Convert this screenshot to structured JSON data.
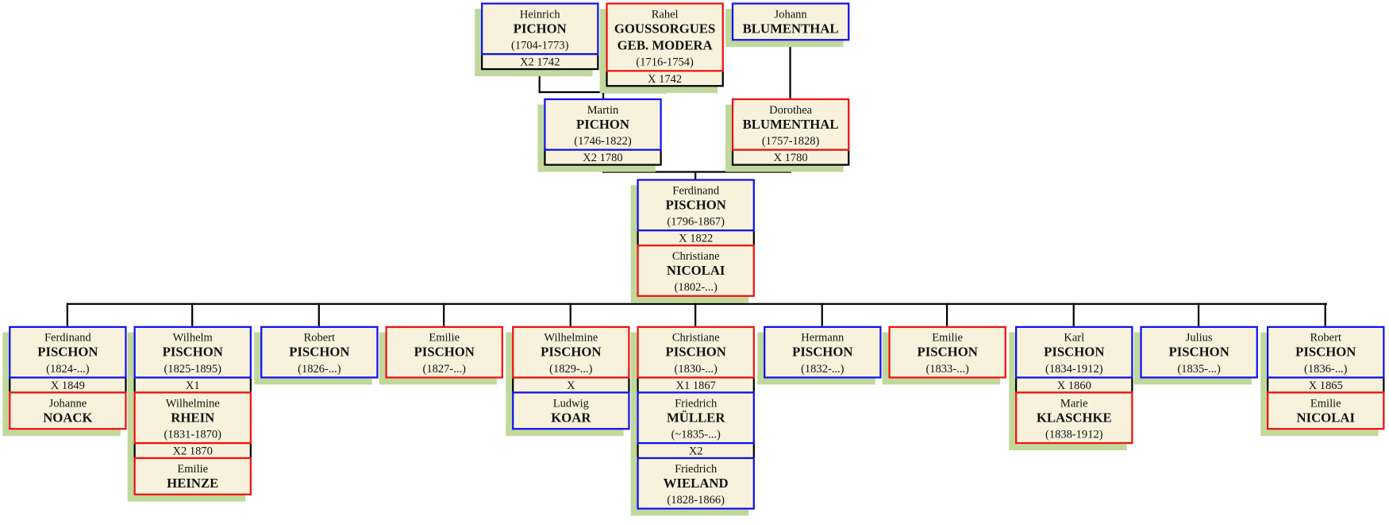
{
  "cards": [
    {
      "segments": [
        {
          "type": "person",
          "sex": "m",
          "first": "Heinrich",
          "last": [
            "PICHON"
          ],
          "dates": "(1704-1773)"
        },
        {
          "type": "marriage",
          "label": "X2 1742"
        }
      ]
    },
    {
      "segments": [
        {
          "type": "person",
          "sex": "f",
          "first": "Rahel",
          "last": [
            "GOUSSORGUES",
            "GEB. MODERA"
          ],
          "dates": "(1716-1754)"
        },
        {
          "type": "marriage",
          "label": "X 1742"
        }
      ]
    },
    {
      "segments": [
        {
          "type": "person",
          "sex": "m",
          "first": "Johann",
          "last": [
            "BLUMENTHAL"
          ]
        }
      ]
    },
    {
      "segments": [
        {
          "type": "person",
          "sex": "m",
          "first": "Martin",
          "last": [
            "PICHON"
          ],
          "dates": "(1746-1822)"
        },
        {
          "type": "marriage",
          "label": "X2 1780"
        }
      ]
    },
    {
      "segments": [
        {
          "type": "person",
          "sex": "f",
          "first": "Dorothea",
          "last": [
            "BLUMENTHAL"
          ],
          "dates": "(1757-1828)"
        },
        {
          "type": "marriage",
          "label": "X 1780"
        }
      ]
    },
    {
      "segments": [
        {
          "type": "person",
          "sex": "m",
          "first": "Ferdinand",
          "last": [
            "PISCHON"
          ],
          "dates": "(1796-1867)"
        },
        {
          "type": "marriage",
          "label": "X 1822"
        },
        {
          "type": "person",
          "sex": "f",
          "first": "Christiane",
          "last": [
            "NICOLAI"
          ],
          "dates": "(1802-...)"
        }
      ]
    },
    {
      "segments": [
        {
          "type": "person",
          "sex": "m",
          "first": "Ferdinand",
          "last": [
            "PISCHON"
          ],
          "dates": "(1824-...)"
        },
        {
          "type": "marriage",
          "label": "X 1849"
        },
        {
          "type": "person",
          "sex": "f",
          "first": "Johanne",
          "last": [
            "NOACK"
          ]
        }
      ]
    },
    {
      "segments": [
        {
          "type": "person",
          "sex": "m",
          "first": "Wilhelm",
          "last": [
            "PISCHON"
          ],
          "dates": "(1825-1895)"
        },
        {
          "type": "marriage",
          "label": "X1"
        },
        {
          "type": "person",
          "sex": "f",
          "first": "Wilhelmine",
          "last": [
            "RHEIN"
          ],
          "dates": "(1831-1870)"
        },
        {
          "type": "marriage",
          "label": "X2 1870"
        },
        {
          "type": "person",
          "sex": "f",
          "first": "Emilie",
          "last": [
            "HEINZE"
          ]
        }
      ]
    },
    {
      "segments": [
        {
          "type": "person",
          "sex": "m",
          "first": "Robert",
          "last": [
            "PISCHON"
          ],
          "dates": "(1826-...)"
        }
      ]
    },
    {
      "segments": [
        {
          "type": "person",
          "sex": "f",
          "first": "Emilie",
          "last": [
            "PISCHON"
          ],
          "dates": "(1827-...)"
        }
      ]
    },
    {
      "segments": [
        {
          "type": "person",
          "sex": "f",
          "first": "Wilhelmine",
          "last": [
            "PISCHON"
          ],
          "dates": "(1829-...)"
        },
        {
          "type": "marriage",
          "label": "X"
        },
        {
          "type": "person",
          "sex": "m",
          "first": "Ludwig",
          "last": [
            "KOAR"
          ]
        }
      ]
    },
    {
      "segments": [
        {
          "type": "person",
          "sex": "f",
          "first": "Christiane",
          "last": [
            "PISCHON"
          ],
          "dates": "(1830-...)"
        },
        {
          "type": "marriage",
          "label": "X1 1867"
        },
        {
          "type": "person",
          "sex": "m",
          "first": "Friedrich",
          "last": [
            "MÜLLER"
          ],
          "dates": "(~1835-...)"
        },
        {
          "type": "marriage",
          "label": "X2"
        },
        {
          "type": "person",
          "sex": "m",
          "first": "Friedrich",
          "last": [
            "WIELAND"
          ],
          "dates": "(1828-1866)"
        }
      ]
    },
    {
      "segments": [
        {
          "type": "person",
          "sex": "m",
          "first": "Hermann",
          "last": [
            "PISCHON"
          ],
          "dates": "(1832-...)"
        }
      ]
    },
    {
      "segments": [
        {
          "type": "person",
          "sex": "f",
          "first": "Emilie",
          "last": [
            "PISCHON"
          ],
          "dates": "(1833-...)"
        }
      ]
    },
    {
      "segments": [
        {
          "type": "person",
          "sex": "m",
          "first": "Karl",
          "last": [
            "PISCHON"
          ],
          "dates": "(1834-1912)"
        },
        {
          "type": "marriage",
          "label": "X 1860"
        },
        {
          "type": "person",
          "sex": "f",
          "first": "Marie",
          "last": [
            "KLASCHKE"
          ],
          "dates": "(1838-1912)"
        }
      ]
    },
    {
      "segments": [
        {
          "type": "person",
          "sex": "m",
          "first": "Julius",
          "last": [
            "PISCHON"
          ],
          "dates": "(1835-...)"
        }
      ]
    },
    {
      "segments": [
        {
          "type": "person",
          "sex": "m",
          "first": "Robert",
          "last": [
            "PISCHON"
          ],
          "dates": "(1836-...)"
        },
        {
          "type": "marriage",
          "label": "X 1865"
        },
        {
          "type": "person",
          "sex": "f",
          "first": "Emilie",
          "last": [
            "NICOLAI"
          ]
        }
      ]
    }
  ]
}
